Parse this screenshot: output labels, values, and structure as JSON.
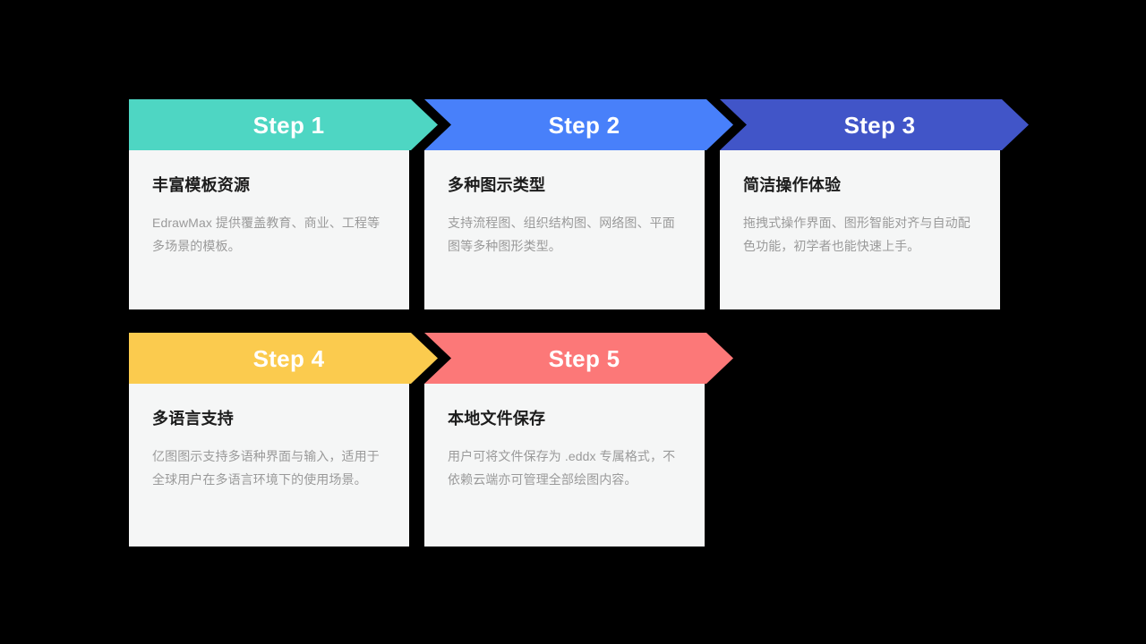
{
  "slide": {
    "background_color": "#000000",
    "body_background": "#f5f6f6",
    "title_color": "#1c1c1c",
    "desc_color": "#9a9a9a",
    "banner_label_color": "#ffffff"
  },
  "rows": [
    {
      "steps": [
        {
          "banner_label": "Step 1",
          "banner_color": "#4ed6c3",
          "title": "丰富模板资源",
          "desc": "EdrawMax 提供覆盖教育、商业、工程等多场景的模板。"
        },
        {
          "banner_label": "Step 2",
          "banner_color": "#4880fa",
          "title": "多种图示类型",
          "desc": "支持流程图、组织结构图、网络图、平面图等多种图形类型。"
        },
        {
          "banner_label": "Step 3",
          "banner_color": "#4155c8",
          "title": "简洁操作体验",
          "desc": "拖拽式操作界面、图形智能对齐与自动配色功能，初学者也能快速上手。"
        }
      ]
    },
    {
      "steps": [
        {
          "banner_label": "Step 4",
          "banner_color": "#fbcb4e",
          "title": "多语言支持",
          "desc": "亿图图示支持多语种界面与输入，适用于全球用户在多语言环境下的使用场景。"
        },
        {
          "banner_label": "Step 5",
          "banner_color": "#fc7878",
          "title": "本地文件保存",
          "desc": "用户可将文件保存为 .eddx 专属格式，不依赖云端亦可管理全部绘图内容。"
        }
      ]
    }
  ]
}
